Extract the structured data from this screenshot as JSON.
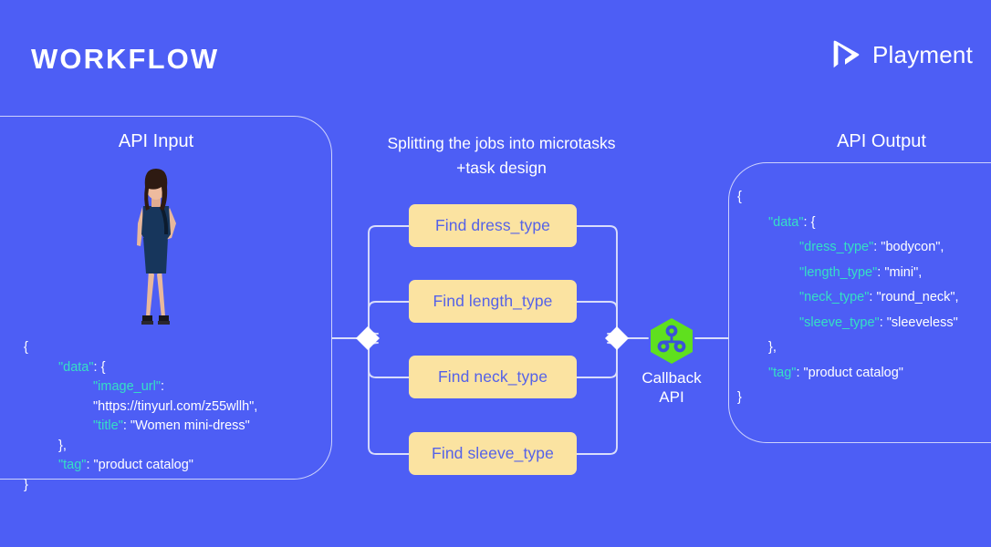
{
  "header": {
    "title": "WORKFLOW",
    "brand_name": "Playment",
    "brand_icon": "playment-play-logo-icon"
  },
  "colors": {
    "background": "#4d5ef5",
    "task_box": "#fbe3a1",
    "task_text": "#5562e8",
    "json_key": "#35e0c4",
    "json_value": "#ffffff",
    "callback_hex": "#5fe01e",
    "callback_glyph": "#3a52d8",
    "border": "#ffffff"
  },
  "input_panel": {
    "title": "API Input",
    "image_alt": "woman-in-navy-mini-dress-photo",
    "json": {
      "open_brace": "{",
      "data_key": "\"data\"",
      "data_open": ": {",
      "image_url_key": "\"image_url\"",
      "image_url_value": ": \"https://tinyurl.com/z55wllh\",",
      "title_key": "\"title\"",
      "title_value": ": \"Women mini-dress\"",
      "data_close": "},",
      "tag_key": "\"tag\"",
      "tag_value": ": \"product catalog\"",
      "close_brace": "}"
    }
  },
  "middle": {
    "caption_line1": "Splitting the jobs into microtasks",
    "caption_line2": "+task design",
    "tasks": [
      {
        "label": "Find dress_type"
      },
      {
        "label": "Find length_type"
      },
      {
        "label": "Find neck_type"
      },
      {
        "label": "Find sleeve_type"
      }
    ],
    "split_node_icon": "diamond-node-icon",
    "merge_node_icon": "diamond-node-icon"
  },
  "callback": {
    "icon": "hexagon-api-icon",
    "label_line1": "Callback",
    "label_line2": "API"
  },
  "output_panel": {
    "title": "API Output",
    "json": {
      "open_brace": "{",
      "data_key": "\"data\"",
      "data_open": ": {",
      "dress_type_key": "\"dress_type\"",
      "dress_type_value": ": \"bodycon\",",
      "length_type_key": "\"length_type\"",
      "length_type_value": ": \"mini\",",
      "neck_type_key": "\"neck_type\"",
      "neck_type_value": ": \"round_neck\",",
      "sleeve_type_key": "\"sleeve_type\"",
      "sleeve_type_value": ": \"sleeveless\"",
      "data_close": "},",
      "tag_key": "\"tag\"",
      "tag_value": ": \"product catalog\"",
      "close_brace": "}"
    }
  }
}
